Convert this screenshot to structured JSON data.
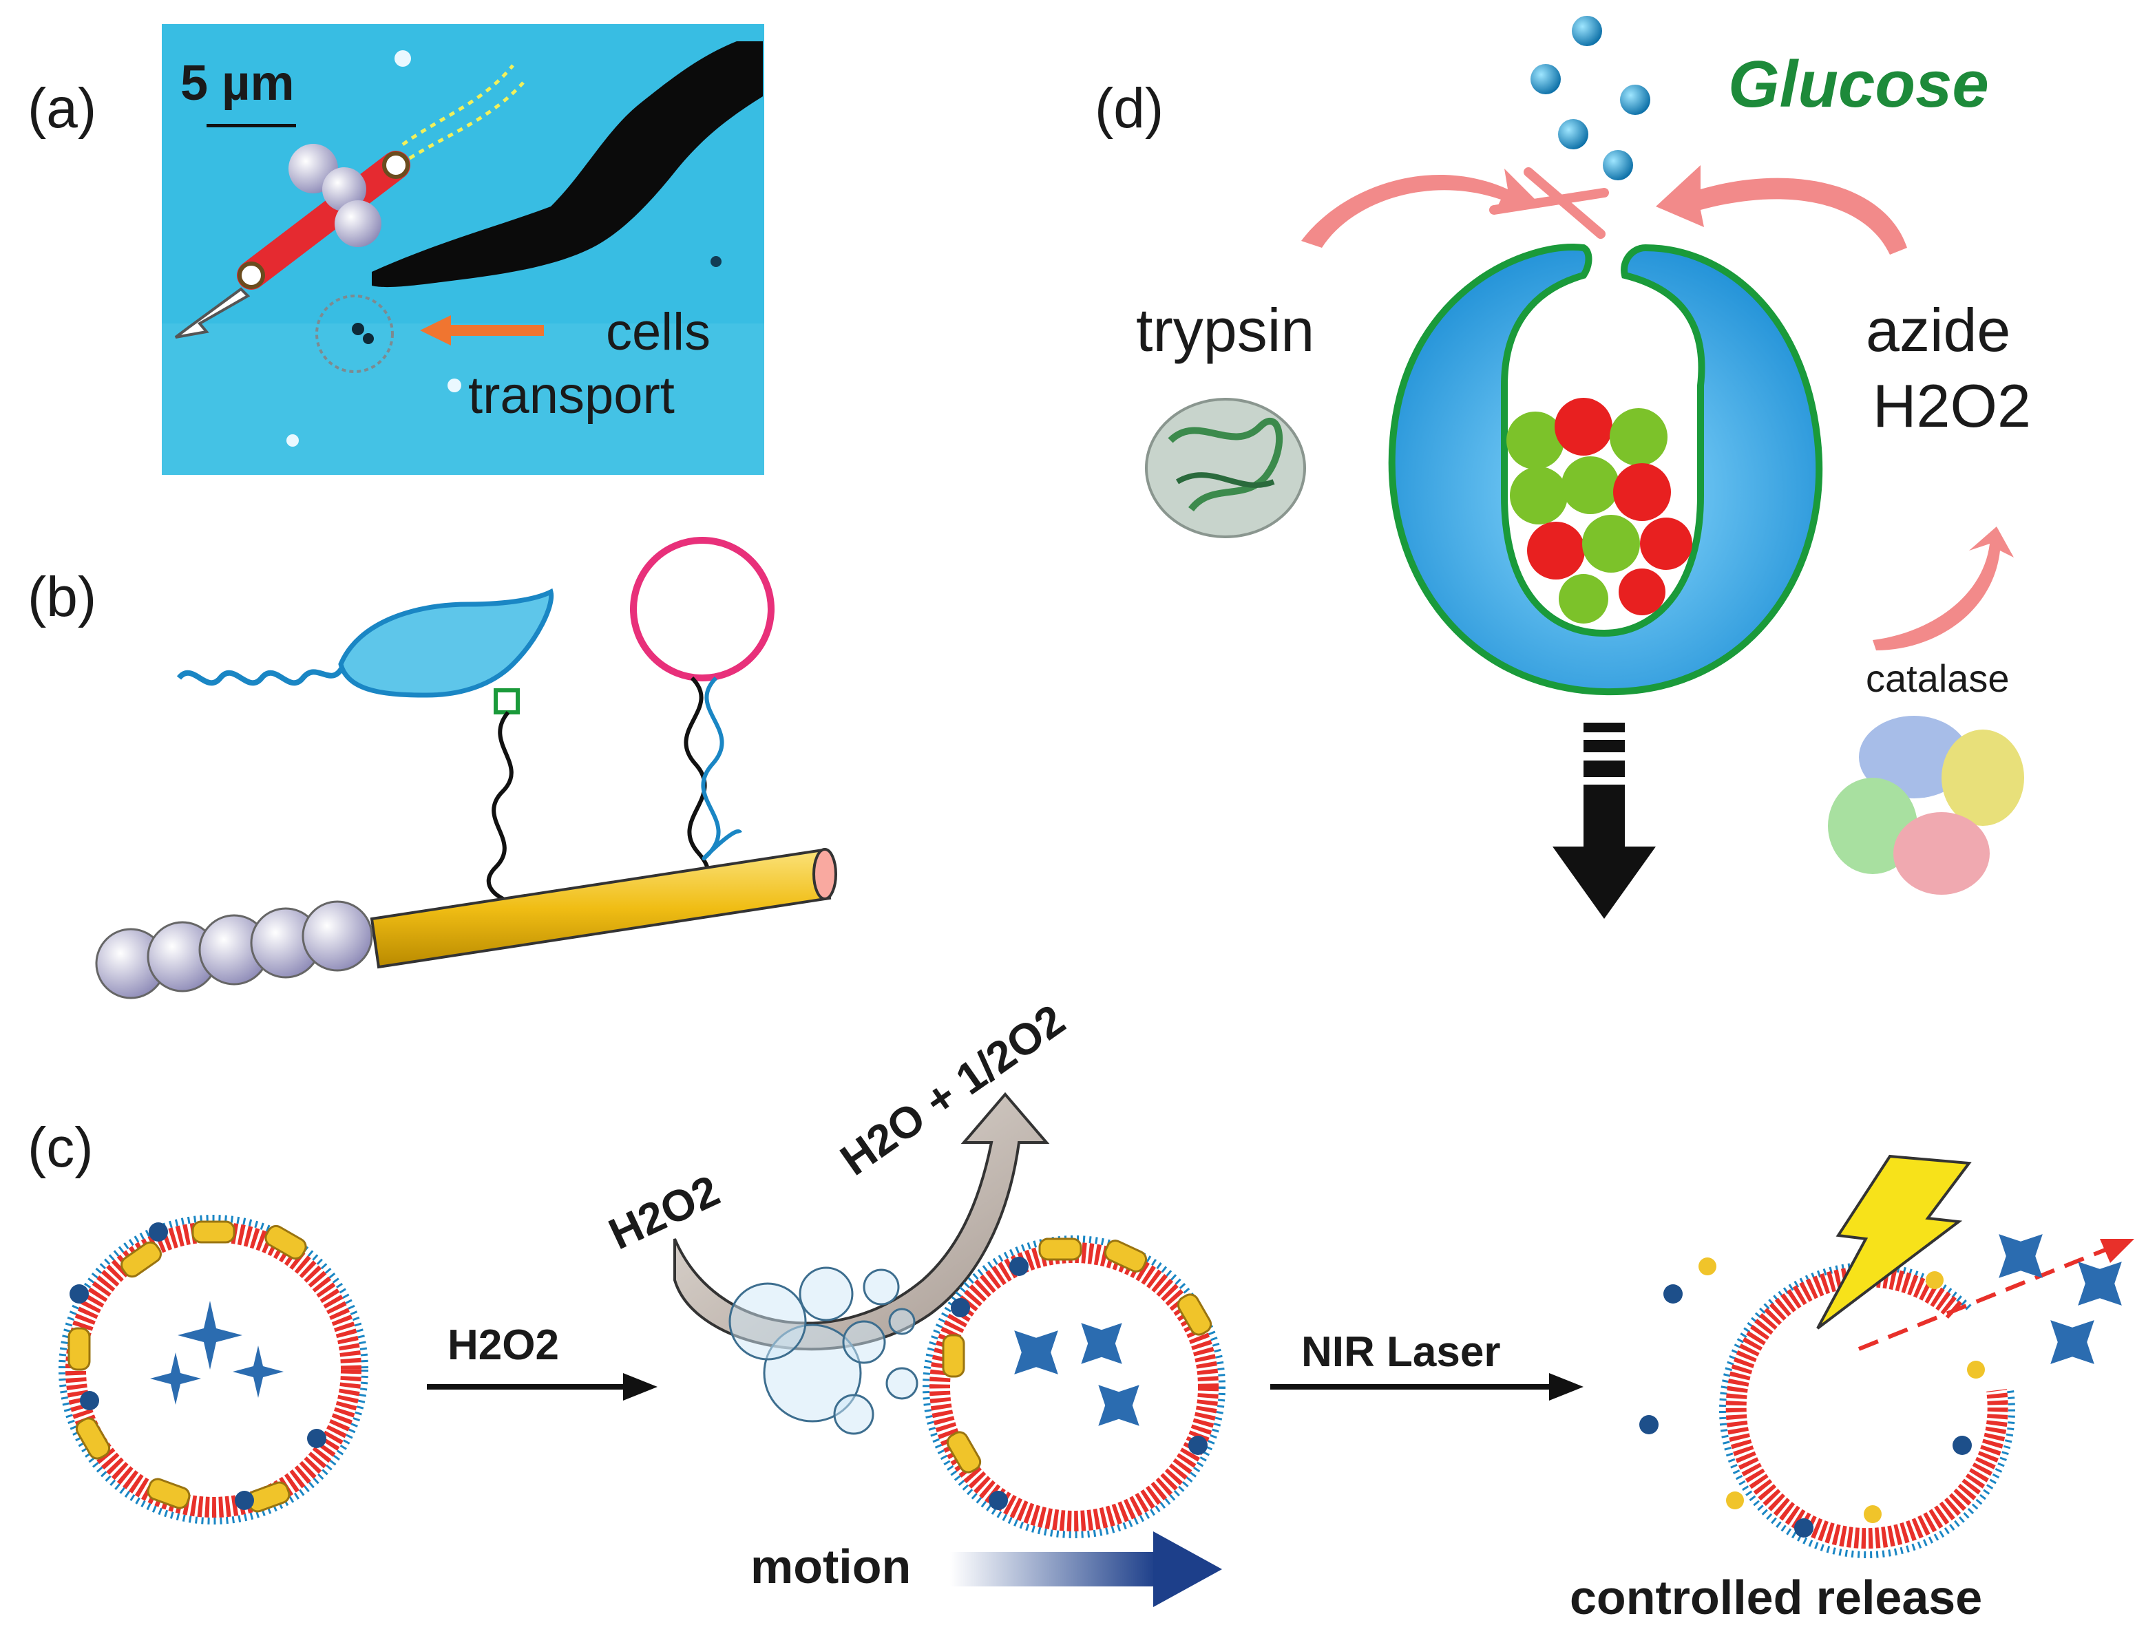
{
  "panel_labels": {
    "a": "(a)",
    "b": "(b)",
    "c": "(c)",
    "d": "(d)"
  },
  "panel_a": {
    "scale_bar": "5 µm",
    "annotation_line1": "cells",
    "annotation_line2": "transport",
    "colors": {
      "background": "#38bde3",
      "rod": "#e52a30",
      "arrow": "#f07530"
    }
  },
  "panel_b": {
    "colors": {
      "cell": "#5ec6ea",
      "liposome": "#e8307a",
      "rod": "#f2c21e",
      "beads": "#c8c6e4"
    }
  },
  "panel_c": {
    "arrow1_label": "H2O2",
    "fuel_label": "H2O2",
    "product_label": "H2O + 1/2O2",
    "arrow2_label": "NIR Laser",
    "motion_label": "motion",
    "release_label": "controlled release",
    "colors": {
      "shell": "#e8302a",
      "caps": "#f0c42a",
      "cargo": "#2b6cb0",
      "lightning": "#f7e21a"
    }
  },
  "panel_d": {
    "title": "Glucose",
    "left_label": "trypsin",
    "right_label_line1": "azide",
    "right_label_line2": "H2O2",
    "enzyme_label": "catalase",
    "colors": {
      "title": "#1d8a3a",
      "capsule": "#2aa6e0",
      "capsule_edge": "#1a9a3a",
      "arrows": "#f28a8a"
    }
  }
}
